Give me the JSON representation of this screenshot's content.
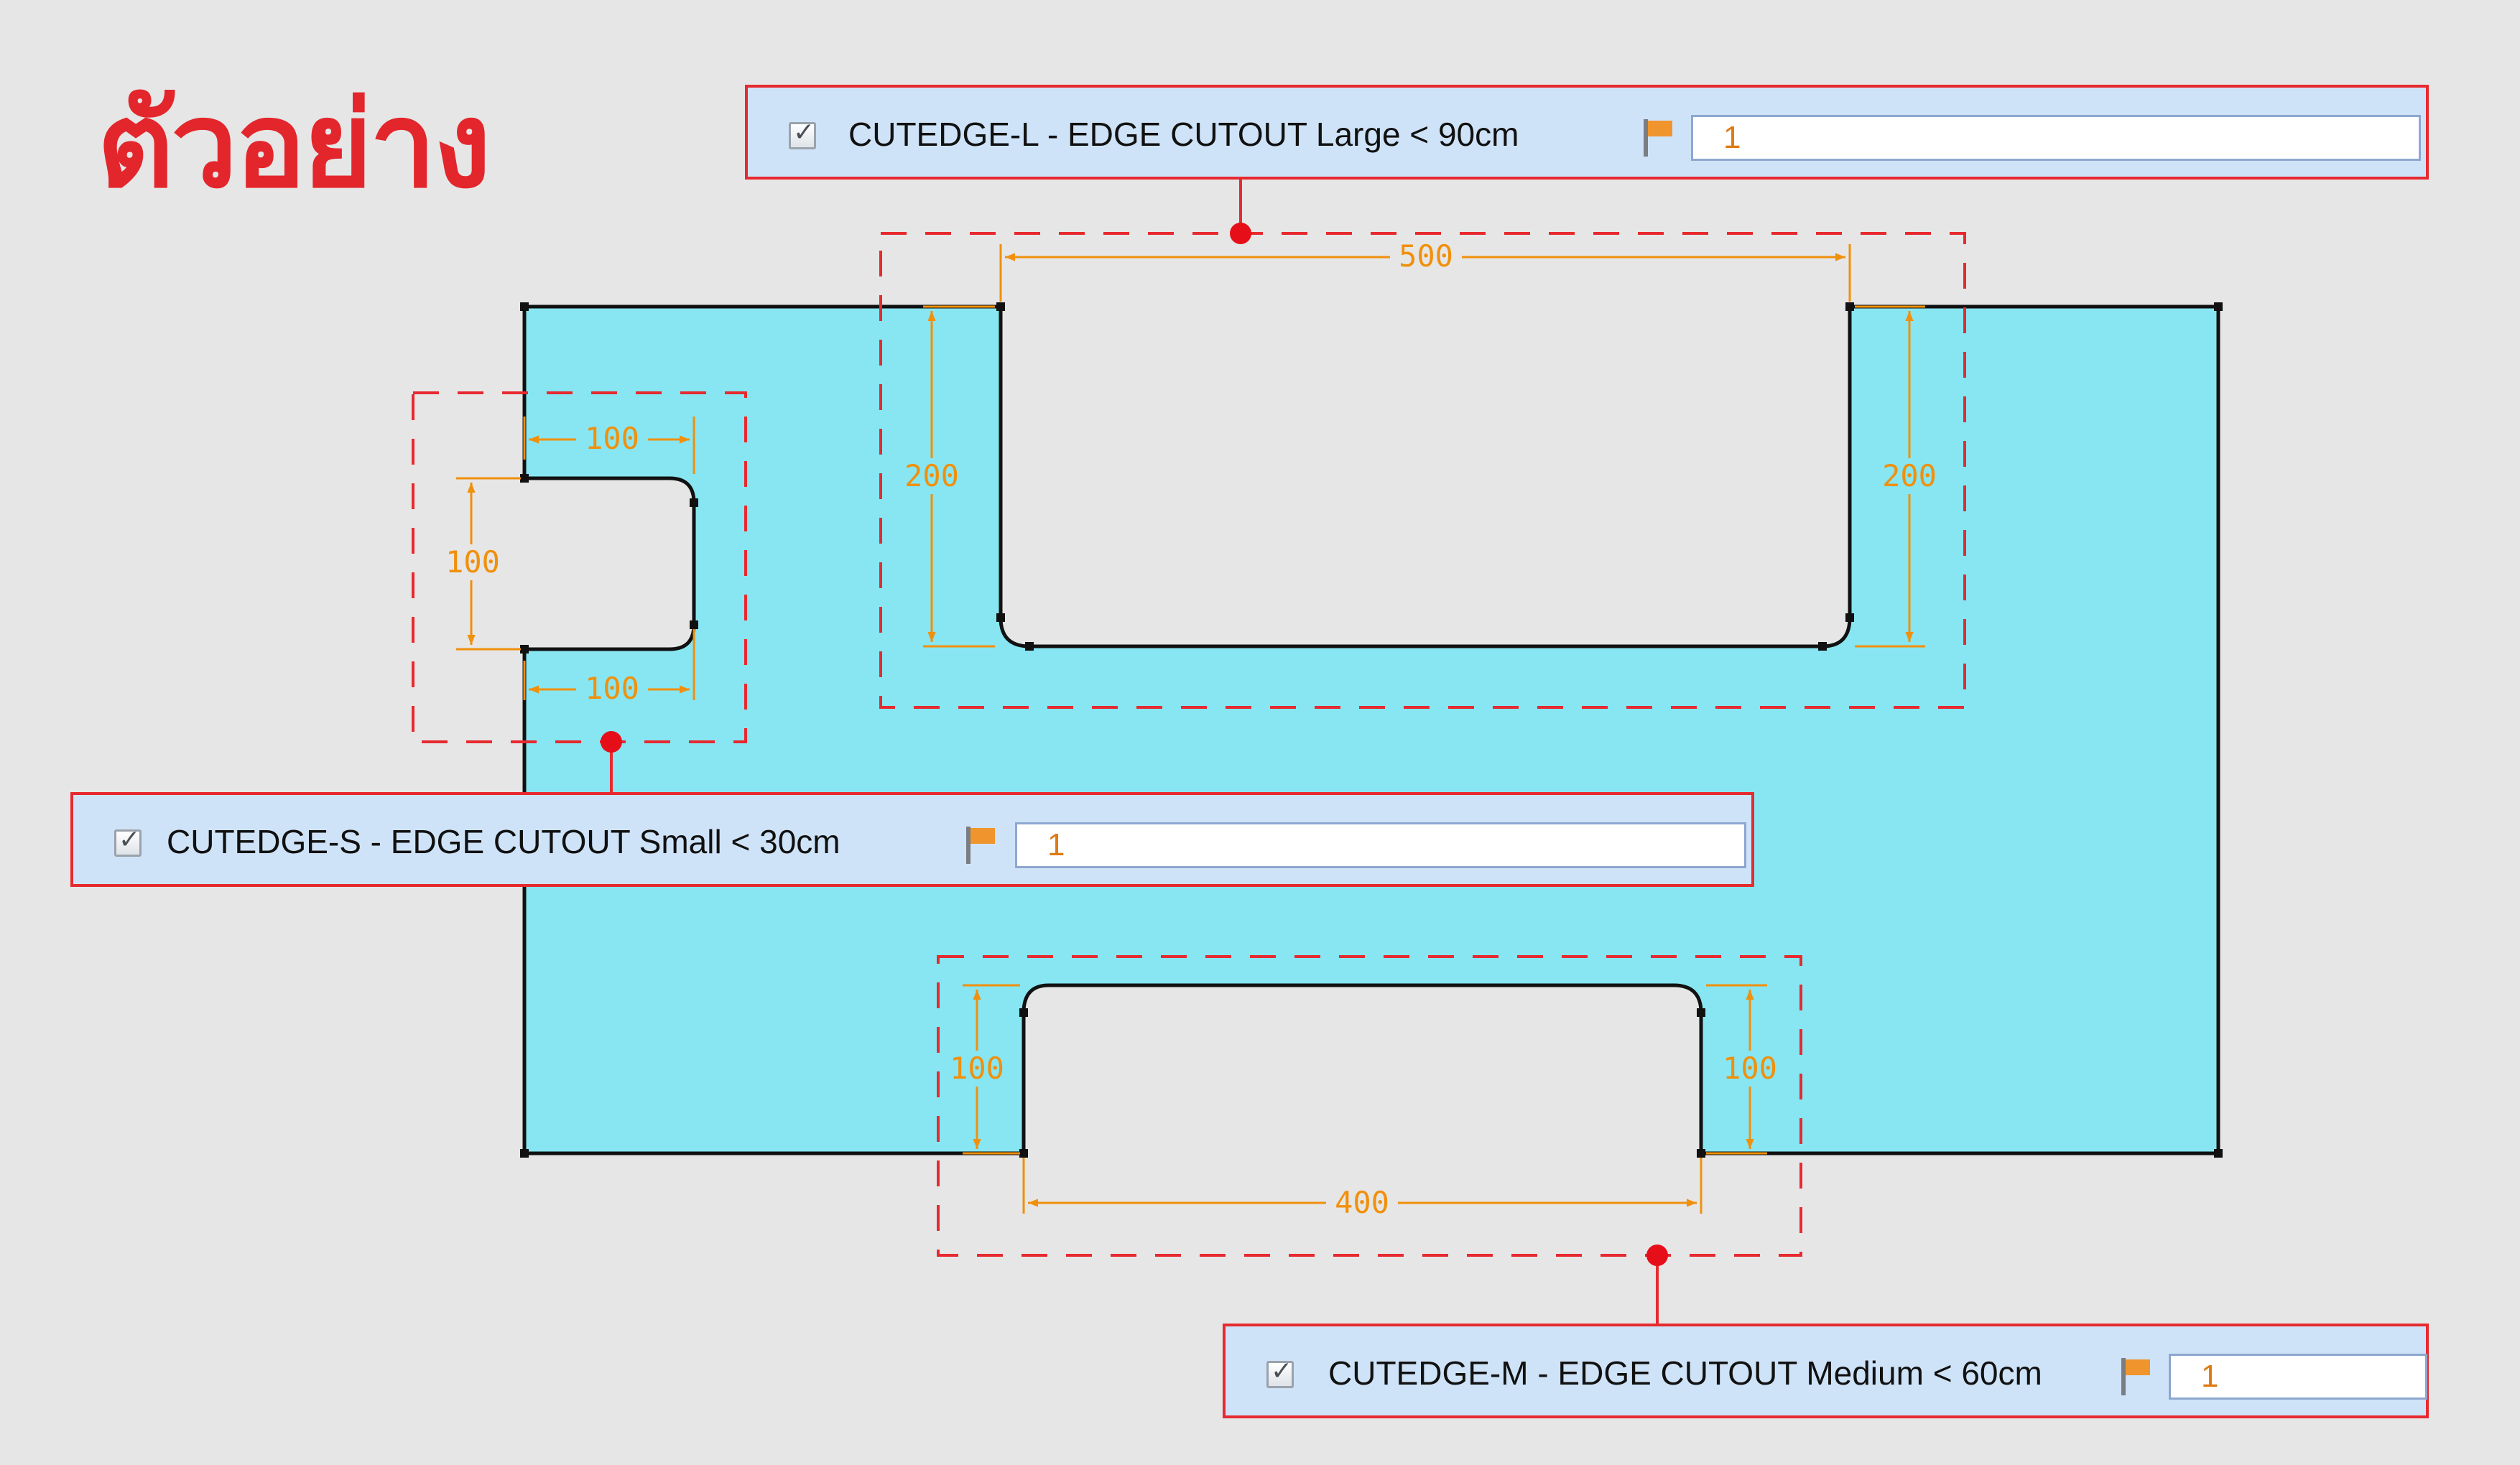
{
  "title": "ตัวอย่าง",
  "colors": {
    "part_fill": "#87e6f2",
    "dimension": "#f0900c",
    "highlight": "#e62a2f",
    "panel_bg": "#cfe3f8",
    "background": "#e6e6e6"
  },
  "dimensions": {
    "small_width_top": "100",
    "small_height": "100",
    "small_width_bottom": "100",
    "large_width": "500",
    "large_depth_left": "200",
    "large_depth_right": "200",
    "medium_width": "400",
    "medium_depth_left": "100",
    "medium_depth_right": "100"
  },
  "features": {
    "large": {
      "checked": true,
      "label": "CUTEDGE-L - EDGE CUTOUT Large < 90cm",
      "icon": "flag-icon",
      "quantity": "1"
    },
    "small": {
      "checked": true,
      "label": "CUTEDGE-S - EDGE CUTOUT Small < 30cm",
      "icon": "flag-icon",
      "quantity": "1"
    },
    "medium": {
      "checked": true,
      "label": "CUTEDGE-M - EDGE CUTOUT Medium < 60cm",
      "icon": "flag-icon",
      "quantity": "1"
    }
  }
}
